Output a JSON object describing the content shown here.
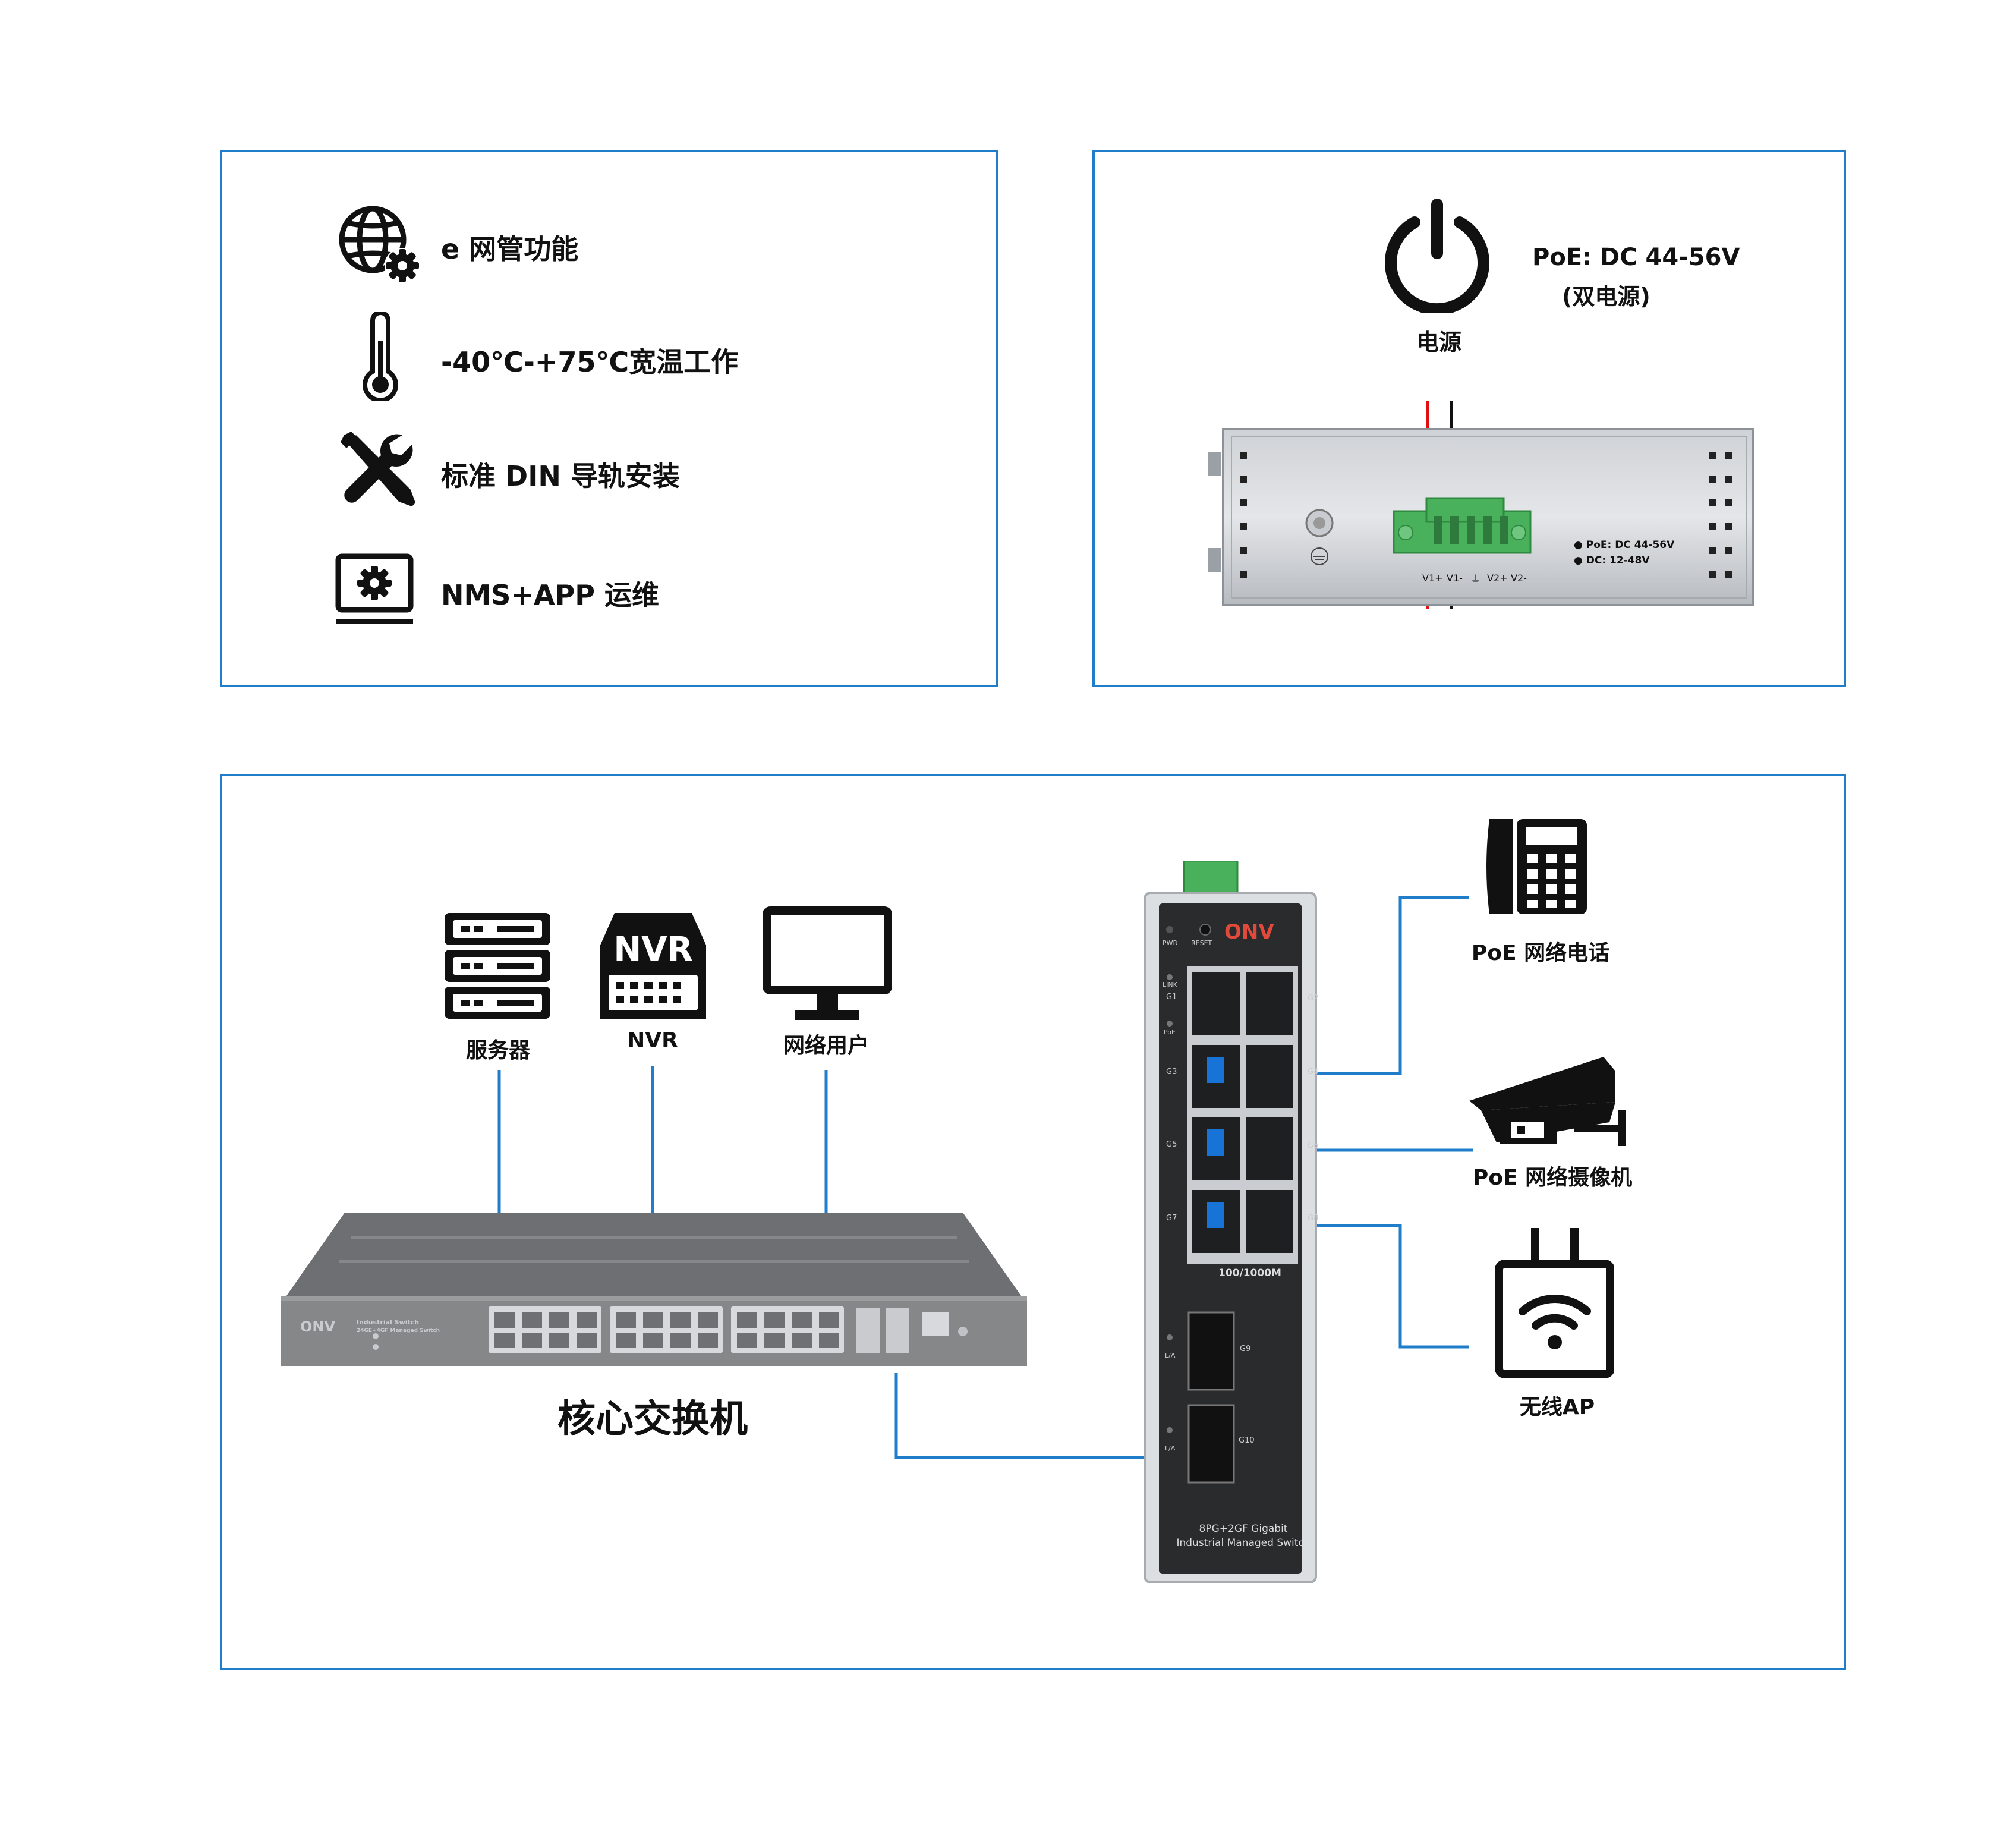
{
  "features": [
    {
      "icon": "globe-gear-icon",
      "text": "e 网管功能"
    },
    {
      "icon": "thermometer-icon",
      "text": "-40℃-+75℃宽温工作"
    },
    {
      "icon": "tools-icon",
      "text": "标准 DIN 导轨安装"
    },
    {
      "icon": "monitor-gear-icon",
      "text": "NMS+APP 运维"
    }
  ],
  "power": {
    "icon": "power-icon",
    "label": "电源",
    "spec_line1": "PoE: DC 44-56V",
    "spec_line2": "(双电源)",
    "terminal_labels": [
      "V1+",
      "V1-",
      "⏚",
      "V2+",
      "V2-"
    ],
    "side_spec1": "● PoE: DC 44-56V",
    "side_spec2": "● DC: 12-48V"
  },
  "topology": {
    "devices_top": [
      {
        "icon": "server-icon",
        "label": "服务器"
      },
      {
        "icon": "nvr-icon",
        "label": "NVR",
        "icon_text": "NVR"
      },
      {
        "icon": "monitor-icon",
        "label": "网络用户"
      }
    ],
    "core_switch": {
      "label": "核心交换机",
      "brand": "ONV",
      "model_line1": "Industrial Switch",
      "model_line2": "24GE+4GF Managed Switch"
    },
    "din_switch": {
      "brand": "ONV",
      "pwr": "PWR",
      "reset": "RESET",
      "link": "LINK",
      "poe": "PoE",
      "ports_left": [
        "G1",
        "G3",
        "G5",
        "G7"
      ],
      "ports_right": [
        "G2",
        "G4",
        "G6",
        "G8"
      ],
      "speed": "100/1000M",
      "sfp1": "G9",
      "sfp2": "G10",
      "la": "L/A",
      "model_line1": "8PG+2GF Gigabit",
      "model_line2": "Industrial Managed Switch"
    },
    "devices_right": [
      {
        "icon": "desk-phone-icon",
        "label": "PoE 网络电话"
      },
      {
        "icon": "cctv-camera-icon",
        "label": "PoE 网络摄像机"
      },
      {
        "icon": "wifi-ap-icon",
        "label": "无线AP"
      }
    ]
  },
  "colors": {
    "panel_border": "#1f7dc9",
    "link_line": "#1f7dc9",
    "port_highlight": "#1873d6",
    "terminal": "#49b05b"
  }
}
